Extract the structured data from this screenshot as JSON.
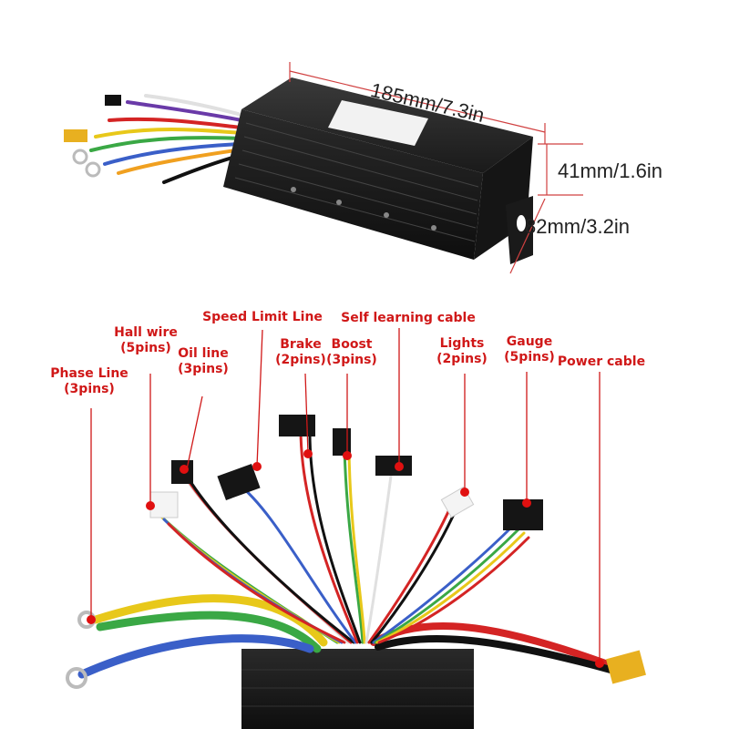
{
  "dimensions": {
    "length": "185mm/7.3in",
    "height": "41mm/1.6in",
    "width": "82mm/3.2in"
  },
  "callouts": {
    "phase_line": {
      "name": "Phase Line",
      "pins": "(3pins)"
    },
    "hall_wire": {
      "name": "Hall wire",
      "pins": "(5pins)"
    },
    "oil_line": {
      "name": "Oil line",
      "pins": "(3pins)"
    },
    "speed_limit": {
      "name": "Speed Limit Line"
    },
    "brake": {
      "name": "Brake",
      "pins": "(2pins)"
    },
    "boost": {
      "name": "Boost",
      "pins": "(3pins)"
    },
    "self_learning": {
      "name": "Self learning cable"
    },
    "lights": {
      "name": "Lights",
      "pins": "(2pins)"
    },
    "gauge": {
      "name": "Gauge",
      "pins": "(5pins)"
    },
    "power_cable": {
      "name": "Power cable"
    }
  },
  "colors": {
    "label": "#d01818",
    "controller_body": "#1c1c1c",
    "wire_yellow": "#e8c81a",
    "wire_green": "#3aa845",
    "wire_blue": "#3a5fc8",
    "wire_red": "#d42424",
    "connector_yellow": "#e8b020"
  },
  "icons": [
    "controller-box-image",
    "wire-harness-image",
    "xt60-power-connector",
    "ring-terminal"
  ]
}
